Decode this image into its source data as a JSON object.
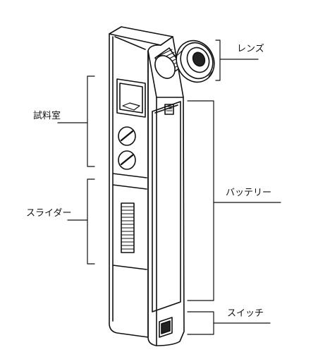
{
  "labels": {
    "lens": "レンズ",
    "sample_chamber": "試料室",
    "battery": "バッテリー",
    "slider": "スライダー",
    "switch": "スイッチ"
  },
  "colors": {
    "line": "#111111",
    "paper": "#ffffff",
    "shade": "#222222"
  }
}
